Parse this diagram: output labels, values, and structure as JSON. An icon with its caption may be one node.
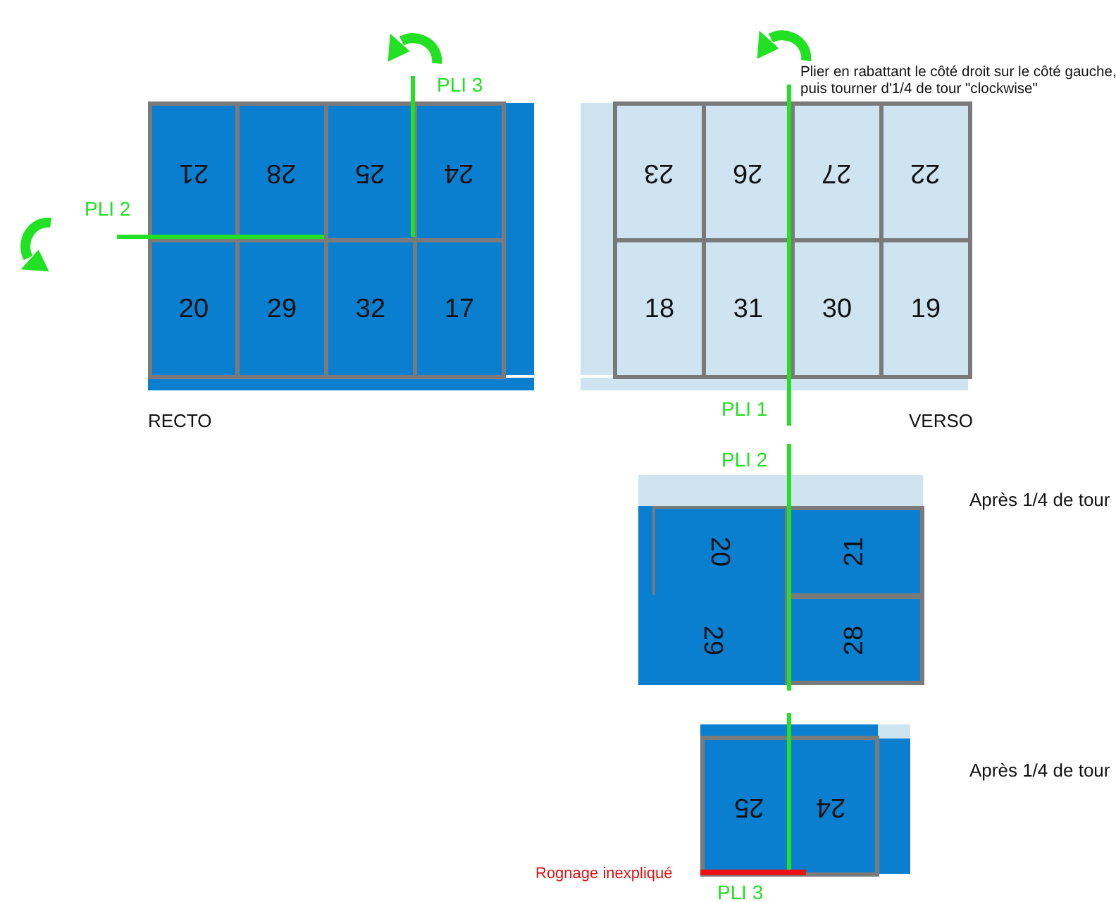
{
  "diagram": {
    "nodes": [
      {
        "text": [
          "21"
        ]
      },
      {
        "text": [
          "28"
        ]
      },
      {
        "text": [
          "25"
        ]
      },
      {
        "text": [
          "24"
        ]
      },
      {
        "text": [
          "20"
        ]
      },
      {
        "text": [
          "29"
        ]
      },
      {
        "text": [
          "32"
        ]
      },
      {
        "text": [
          "17"
        ]
      },
      {
        "text": [
          "23"
        ]
      },
      {
        "text": [
          "26"
        ]
      },
      {
        "text": [
          "27"
        ]
      },
      {
        "text": [
          "22"
        ]
      },
      {
        "text": [
          "18"
        ]
      },
      {
        "text": [
          "31"
        ]
      },
      {
        "text": [
          "30"
        ]
      },
      {
        "text": [
          "19"
        ]
      },
      {
        "text": [
          "20"
        ]
      },
      {
        "text": [
          "21"
        ]
      },
      {
        "text": [
          "29"
        ]
      },
      {
        "text": [
          "28"
        ]
      },
      {
        "text": [
          "25"
        ]
      },
      {
        "text": [
          "24"
        ]
      }
    ],
    "labels": [
      "PLI 3",
      "PLI 2",
      "RECTO",
      "Plier en rabattant le côté droit sur le côté gauche, puis tourner d'1/4 de tour \"clockwise\"",
      "PLI 1",
      "VERSO",
      "PLI 2",
      "Après 1/4 de tour",
      "Après 1/4 de tour",
      "Rognage inexpliqué",
      "PLI 3"
    ]
  }
}
